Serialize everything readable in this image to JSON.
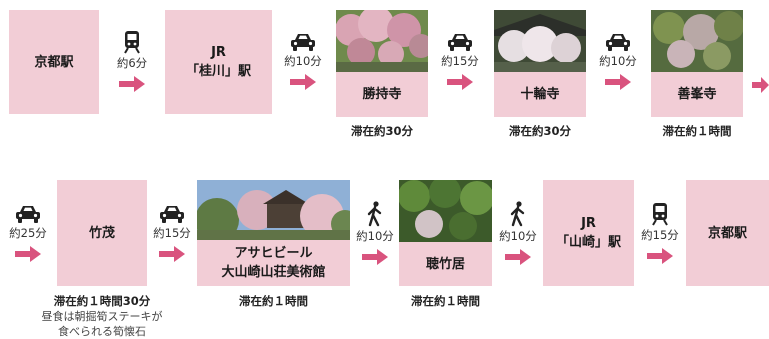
{
  "colors": {
    "box_fill": "#f2cdd6",
    "arrow": "#d9537e",
    "icon": "#222222"
  },
  "row1": {
    "start": {
      "label": "京都駅"
    },
    "leg1": {
      "icon": "train-icon",
      "time": "約6分"
    },
    "station1": {
      "label": "JR\n「桂川」駅"
    },
    "leg2": {
      "icon": "car-icon",
      "time": "約10分"
    },
    "stop1": {
      "label": "勝持寺",
      "stay": "滞在約30分"
    },
    "leg3": {
      "icon": "car-icon",
      "time": "約15分"
    },
    "stop2": {
      "label": "十輪寺",
      "stay": "滞在約30分"
    },
    "leg4": {
      "icon": "car-icon",
      "time": "約10分"
    },
    "stop3": {
      "label": "善峯寺",
      "stay": "滞在約１時間"
    },
    "continue_arrow": {
      "icon": "arrow-right-icon"
    }
  },
  "row2": {
    "leg5": {
      "icon": "car-icon",
      "time": "約25分"
    },
    "stop4": {
      "label": "竹茂",
      "stay": "滞在約１時間30分",
      "note": "昼食は朝掘筍ステーキが\n食べられる筍懐石"
    },
    "leg6": {
      "icon": "car-icon",
      "time": "約15分"
    },
    "stop5": {
      "label": "アサヒビール\n大山崎山荘美術館",
      "stay": "滞在約１時間"
    },
    "leg7": {
      "icon": "walking-person-icon",
      "time": "約10分"
    },
    "stop6": {
      "label": "聴竹居",
      "stay": "滞在約１時間"
    },
    "leg8": {
      "icon": "walking-person-icon",
      "time": "約10分"
    },
    "station2": {
      "label": "JR\n「山崎」駅"
    },
    "leg9": {
      "icon": "train-icon",
      "time": "約15分"
    },
    "end": {
      "label": "京都駅"
    }
  }
}
